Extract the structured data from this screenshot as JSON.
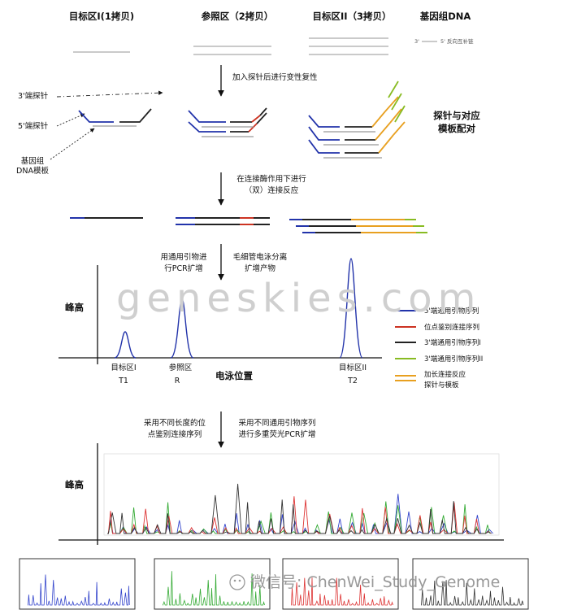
{
  "headers": [
    "目标区I(1拷贝)",
    "参照区（2拷贝）",
    "目标区II（3拷贝）",
    "基因组DNA"
  ],
  "dna_strand": {
    "left": "3'",
    "right": "5' 反向互补链"
  },
  "steps": [
    "加入探针后进行变性复性"
  ],
  "probe_labels": [
    "3'端探针",
    "5'端探针"
  ],
  "template_label": [
    "基因组",
    "DNA模板"
  ],
  "annealing_label": [
    "探针与对应",
    "模板配对"
  ],
  "step2": [
    "在连接酶作用下进行",
    "（双）连接反应"
  ],
  "step3_left": [
    "用通用引物进",
    "行PCR扩增"
  ],
  "step3_right": [
    "毛细管电泳分离",
    "扩增产物"
  ],
  "ep1": {
    "ylabel": "峰高",
    "xlabel": "电泳位置",
    "peaks": [
      {
        "label": "目标区I",
        "code": "T1"
      },
      {
        "label": "参照区",
        "code": "R"
      },
      {
        "label": "目标区II",
        "code": "T2"
      }
    ]
  },
  "legend": [
    {
      "label": "5'端通用引物序列",
      "color": "#2233aa"
    },
    {
      "label": "位点鉴别连接序列",
      "color": "#cc3322"
    },
    {
      "label": "3'端通用引物序列I",
      "color": "#222222"
    },
    {
      "label": "3'端通用引物序列II",
      "color": "#88bb22"
    },
    {
      "label": "加长连接反应",
      "label2": "探针与模板",
      "color": "#e8a020"
    }
  ],
  "step4_left": [
    "采用不同长度的位",
    "点鉴别连接序列"
  ],
  "step4_right": [
    "采用不同通用引物序列",
    "进行多重荧光PCR扩增"
  ],
  "ep2": {
    "ylabel": "峰高",
    "series_colors": [
      "#3344cc",
      "#33aa33",
      "#dd3333",
      "#333333"
    ]
  },
  "watermark": {
    "site": "geneskies.com",
    "wechat": "微信号: ChenWei_Study_Genome"
  }
}
